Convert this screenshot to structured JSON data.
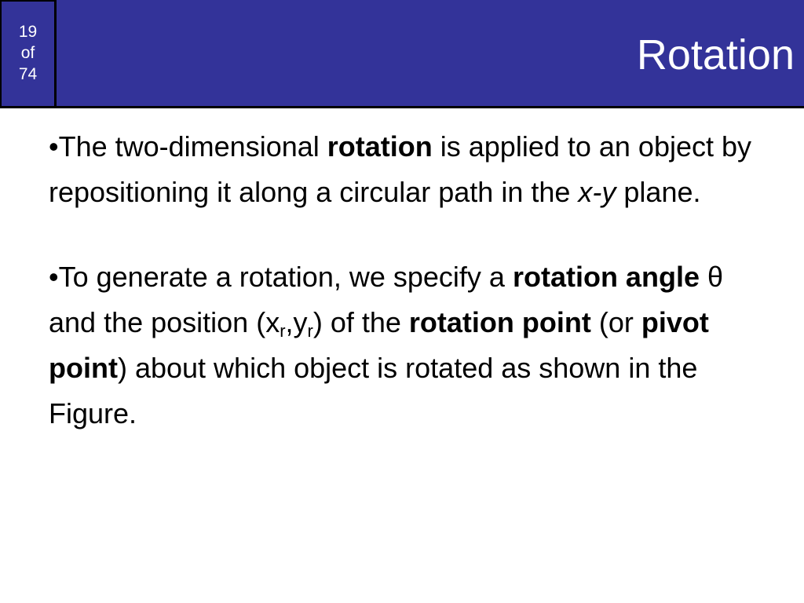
{
  "header": {
    "page_current": "19",
    "page_of": "of",
    "page_total": "74",
    "title": "Rotation"
  },
  "bullets": [
    {
      "parts": [
        {
          "text": "•The two-dimensional "
        },
        {
          "text": "rotation"
        },
        {
          "text": " is applied to an object by repositioning it along a circular path in the "
        },
        {
          "text": "x-y"
        },
        {
          "text": " plane."
        }
      ]
    },
    {
      "parts": [
        {
          "text": "•To generate a rotation, we specify a "
        },
        {
          "text": "rotation angle"
        },
        {
          "text": " θ and the position (x"
        },
        {
          "text": "r"
        },
        {
          "text": ",y"
        },
        {
          "text": "r"
        },
        {
          "text": ") of the "
        },
        {
          "text": "rotation point"
        },
        {
          "text": " (or "
        },
        {
          "text": "pivot point"
        },
        {
          "text": ") about which object is rotated as shown in the Figure."
        }
      ]
    }
  ],
  "colors": {
    "header_bg": "#333399",
    "header_text": "#ffffff",
    "body_text": "#000000"
  }
}
